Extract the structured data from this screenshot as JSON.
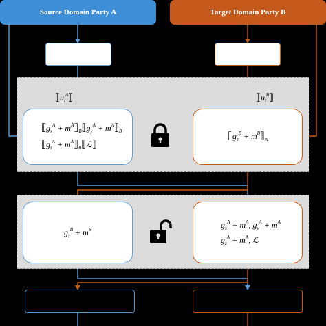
{
  "headers": {
    "party_a": "Source Domain Party A",
    "party_b": "Target Domain Party B"
  },
  "colors": {
    "party_a": "#3e8ed8",
    "party_b": "#c65a1c",
    "panel": "#dcdcdc"
  },
  "encrypted_panel": {
    "label_a": "[[u_i^A]]",
    "label_b": "[[u_i^B]]",
    "box_a_line1": "[[g_x^A + m^A]]_B [[g_y^A + m^A]]_B",
    "box_a_line2": "[[g_z^A + m^A]]_B [[L]]",
    "box_b_line1": "[[g_z^B + m^B]]_A",
    "lock_state": "locked"
  },
  "decrypted_panel": {
    "box_a_line1": "g_z^B + m^B",
    "box_b_line1": "g_x^A + m^A, g_y^A + m^A",
    "box_b_line2": "g_z^A + m^A, L",
    "lock_state": "unlocked"
  }
}
